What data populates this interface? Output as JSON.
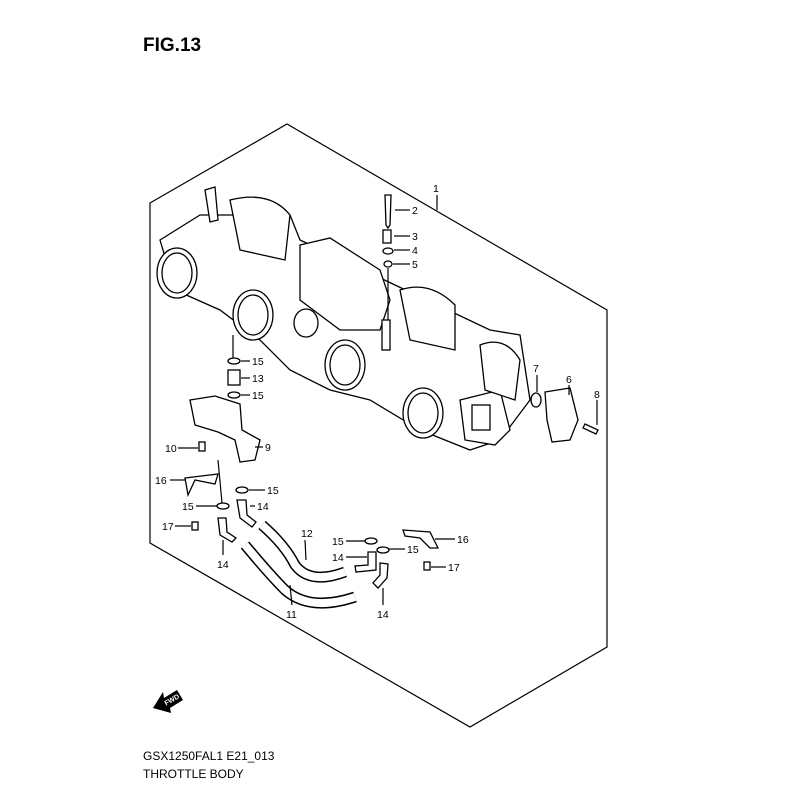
{
  "figure": {
    "title": "FIG.13",
    "model_code": "GSX1250FAL1 E21_013",
    "caption": "THROTTLE BODY",
    "direction_marker": "FWD"
  },
  "callouts": [
    "1",
    "2",
    "3",
    "4",
    "5",
    "6",
    "7",
    "8",
    "9",
    "10",
    "11",
    "12",
    "13",
    "14",
    "15",
    "16",
    "17"
  ]
}
